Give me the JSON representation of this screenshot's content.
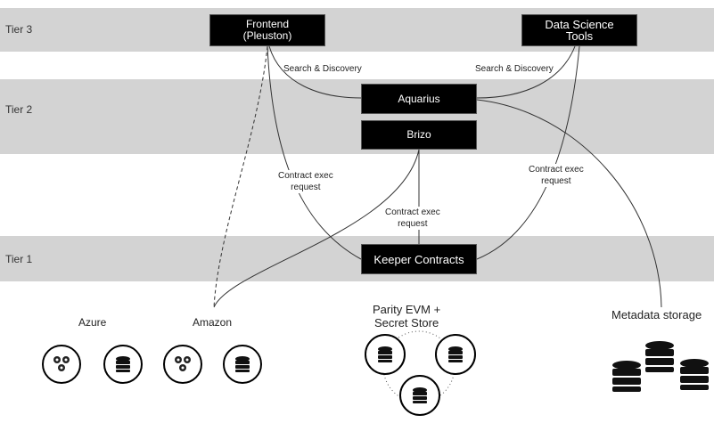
{
  "tiers": {
    "tier3": "Tier 3",
    "tier2": "Tier 2",
    "tier1": "Tier 1"
  },
  "boxes": {
    "frontend": "Frontend\n(Pleuston)",
    "datascience": "Data Science\nTools",
    "aquarius": "Aquarius",
    "brizo": "Brizo",
    "keeper": "Keeper Contracts"
  },
  "edge_labels": {
    "search_left": "Search & Discovery",
    "search_right": "Search & Discovery",
    "contract_left": "Contract exec\nrequest",
    "contract_mid": "Contract exec\nrequest",
    "contract_right": "Contract exec\nrequest"
  },
  "providers": {
    "azure": "Azure",
    "amazon": "Amazon",
    "parity": "Parity EVM +\nSecret Store",
    "metadata": "Metadata storage"
  },
  "icons": {
    "gears": "gears-icon",
    "database": "database-icon"
  }
}
